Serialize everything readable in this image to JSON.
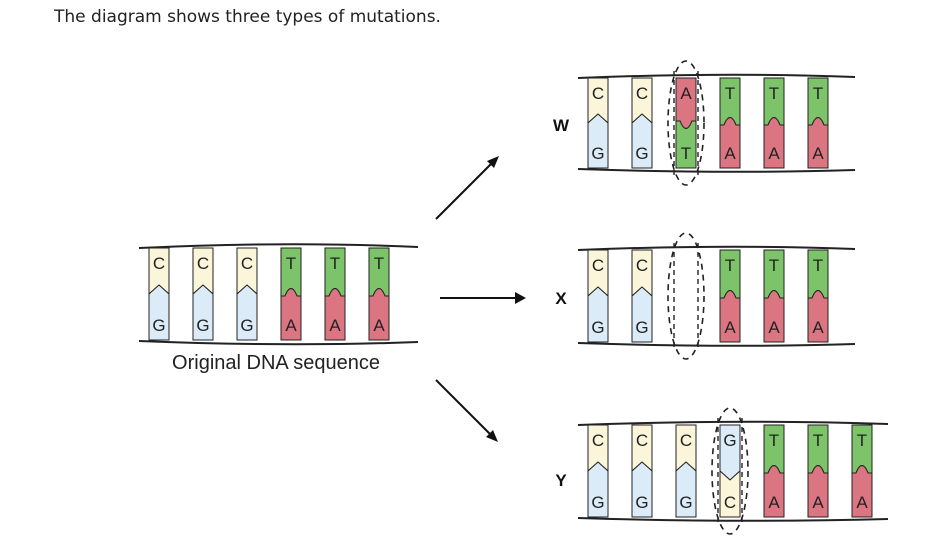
{
  "intro_text": "The diagram shows three types of mutations.",
  "colors": {
    "C": "#fbf6d9",
    "G": "#dcebf8",
    "T": "#7cc36a",
    "A": "#db7581",
    "strand": "#222222"
  },
  "original": {
    "caption": "Original DNA sequence",
    "pairs": [
      [
        "C",
        "G"
      ],
      [
        "C",
        "G"
      ],
      [
        "C",
        "G"
      ],
      [
        "T",
        "A"
      ],
      [
        "T",
        "A"
      ],
      [
        "T",
        "A"
      ]
    ]
  },
  "mutations": [
    {
      "label": "W",
      "pairs": [
        [
          "C",
          "G"
        ],
        [
          "C",
          "G"
        ],
        [
          "A",
          "T"
        ],
        [
          "T",
          "A"
        ],
        [
          "T",
          "A"
        ],
        [
          "T",
          "A"
        ]
      ],
      "highlight_index": 2
    },
    {
      "label": "X",
      "pairs": [
        [
          "C",
          "G"
        ],
        [
          "C",
          "G"
        ],
        null,
        [
          "T",
          "A"
        ],
        [
          "T",
          "A"
        ],
        [
          "T",
          "A"
        ]
      ],
      "highlight_index": 2
    },
    {
      "label": "Y",
      "pairs": [
        [
          "C",
          "G"
        ],
        [
          "C",
          "G"
        ],
        [
          "C",
          "G"
        ],
        [
          "G",
          "C"
        ],
        [
          "T",
          "A"
        ],
        [
          "T",
          "A"
        ],
        [
          "T",
          "A"
        ]
      ],
      "highlight_index": 3
    }
  ]
}
